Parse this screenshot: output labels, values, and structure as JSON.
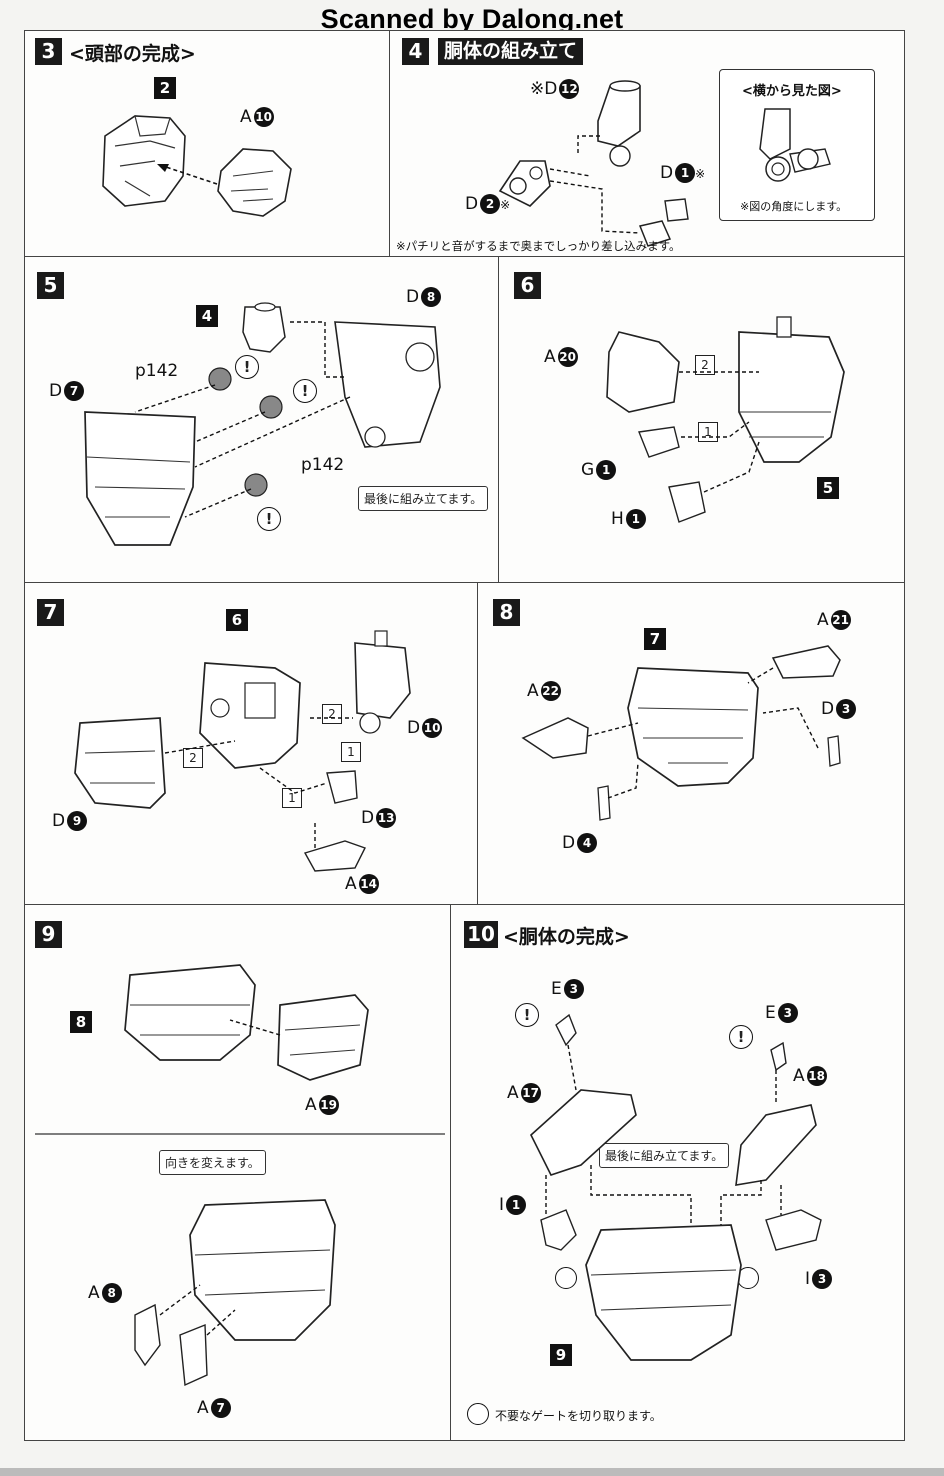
{
  "watermark": "Scanned by Dalong.net",
  "steps": {
    "s3": {
      "num": "3",
      "title": "<頭部の完成>",
      "part_a_letter": "A",
      "part_a_no": "10",
      "sub": "2"
    },
    "s4": {
      "num": "4",
      "title": "胴体の組み立て",
      "d12_prefix": "※D",
      "d12_no": "12",
      "d2_letter": "D",
      "d2_no": "2",
      "d2_suffix": "※",
      "d1_letter": "D",
      "d1_no": "1",
      "d1_suffix": "※",
      "side_title": "<横から見た図>",
      "side_note": "※図の角度にします。",
      "footnote": "※パチリと音がするまで奥までしっかり差し込みます。"
    },
    "s5": {
      "num": "5",
      "sub": "4",
      "d8_letter": "D",
      "d8_no": "8",
      "d7_letter": "D",
      "d7_no": "7",
      "p142_a": "p142",
      "p142_b": "p142",
      "callout": "最後に組み立てます。",
      "warn": "!"
    },
    "s6": {
      "num": "6",
      "a20_letter": "A",
      "a20_no": "20",
      "g1_letter": "G",
      "g1_no": "1",
      "h1_letter": "H",
      "h1_no": "1",
      "sub": "5",
      "seq1": "1",
      "seq2": "2"
    },
    "s7": {
      "num": "7",
      "sub": "6",
      "d10_letter": "D",
      "d10_no": "10",
      "d9_letter": "D",
      "d9_no": "9",
      "d13_letter": "D",
      "d13_no": "13",
      "a14_letter": "A",
      "a14_no": "14",
      "seq1": "1",
      "seq2": "2"
    },
    "s8": {
      "num": "8",
      "sub": "7",
      "a21_letter": "A",
      "a21_no": "21",
      "a22_letter": "A",
      "a22_no": "22",
      "d3_letter": "D",
      "d3_no": "3",
      "d4_letter": "D",
      "d4_no": "4"
    },
    "s9": {
      "num": "9",
      "sub": "8",
      "a19_letter": "A",
      "a19_no": "19",
      "callout": "向きを変えます。",
      "a8_letter": "A",
      "a8_no": "8",
      "a7_letter": "A",
      "a7_no": "7"
    },
    "s10": {
      "num": "10",
      "title": "<胴体の完成>",
      "e3_letter": "E",
      "e3_no": "3",
      "a17_letter": "A",
      "a17_no": "17",
      "a18_letter": "A",
      "a18_no": "18",
      "i1_letter": "I",
      "i1_no": "1",
      "i3_letter": "I",
      "i3_no": "3",
      "callout": "最後に組み立てます。",
      "sub": "9",
      "legend": "不要なゲートを切り取ります。",
      "warn": "!"
    }
  }
}
